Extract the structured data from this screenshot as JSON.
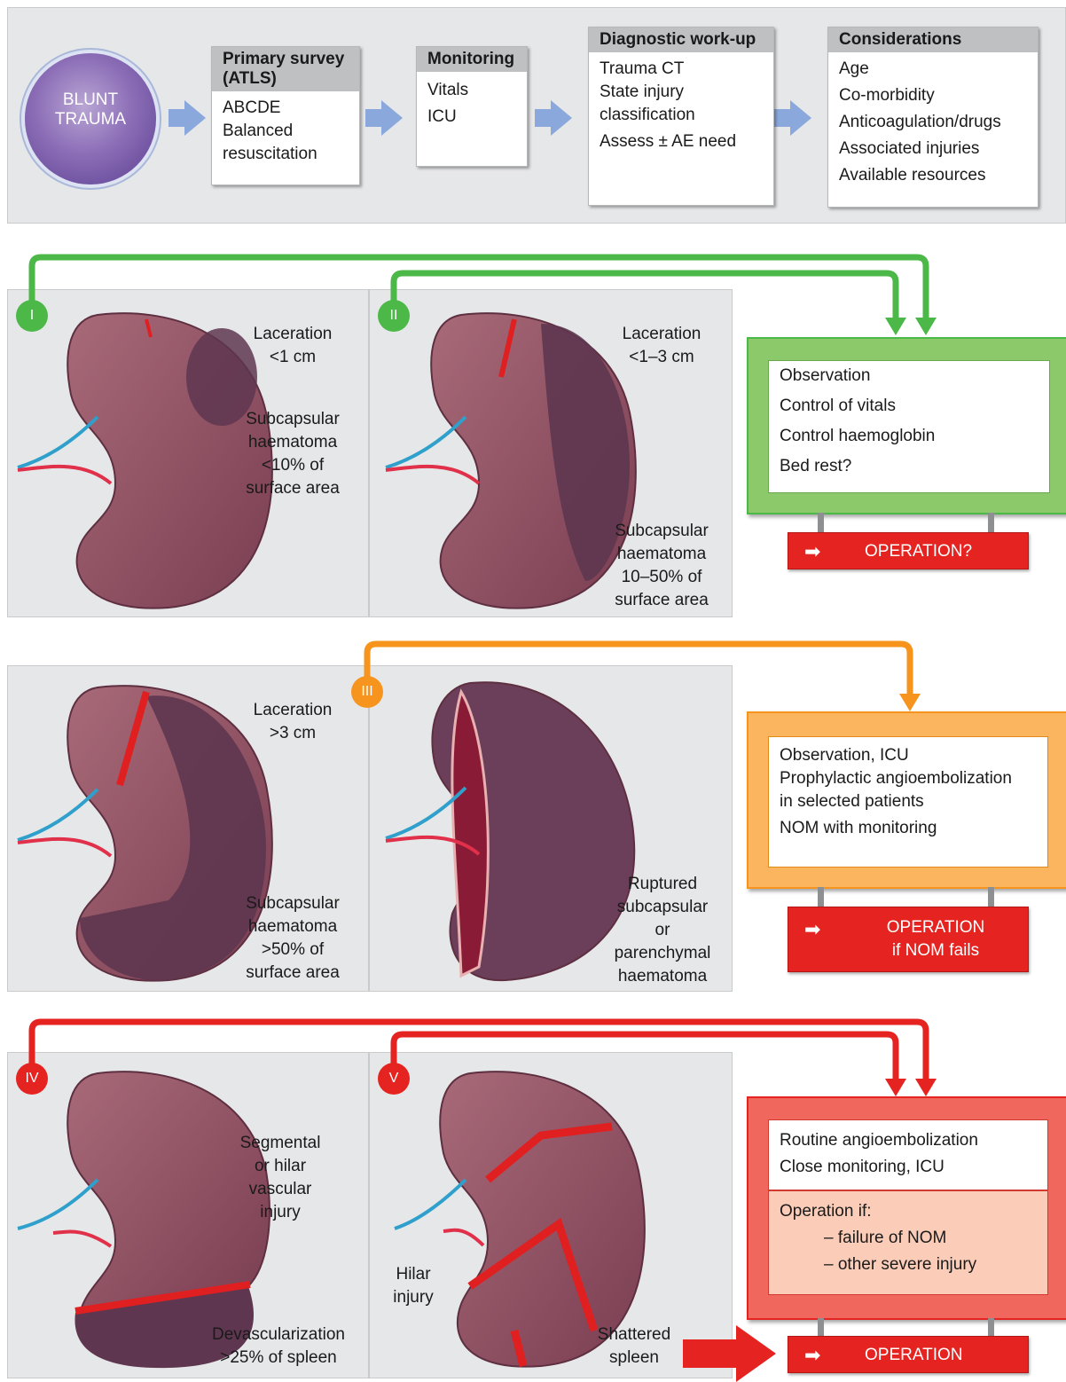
{
  "top": {
    "trauma_line1": "BLUNT",
    "trauma_line2": "TRAUMA",
    "primary": {
      "title1": "Primary survey",
      "title2": "(ATLS)",
      "l1": "ABCDE",
      "l2": "Balanced",
      "l3": "resuscitation"
    },
    "monitoring": {
      "title": "Monitoring",
      "l1": "Vitals",
      "l2": "ICU"
    },
    "diagnostic": {
      "title": "Diagnostic work-up",
      "l1": "Trauma CT",
      "l2": "State injury",
      "l3": "classification",
      "l4": "Assess ± AE need"
    },
    "considerations": {
      "title": "Considerations",
      "l1": "Age",
      "l2": "Co-morbidity",
      "l3": "Anticoagulation/drugs",
      "l4": "Associated injuries",
      "l5": "Available resources"
    }
  },
  "grade1": {
    "badge": "I",
    "t1": "Laceration",
    "t2": "<1 cm",
    "t3": "Subcapsular",
    "t4": "haematoma",
    "t5": "<10% of",
    "t6": "surface area"
  },
  "grade2": {
    "badge": "II",
    "t1": "Laceration",
    "t2": "<1–3 cm",
    "t3": "Subcapsular",
    "t4": "haematoma",
    "t5": "10–50% of",
    "t6": "surface area"
  },
  "green_box": {
    "l1": "Observation",
    "l2": "Control of vitals",
    "l3": "Control haemoglobin",
    "l4": "Bed rest?",
    "op": "OPERATION?"
  },
  "grade3a": {
    "t1": "Laceration",
    "t2": ">3 cm",
    "t3": "Subcapsular",
    "t4": "haematoma",
    "t5": ">50% of",
    "t6": "surface area"
  },
  "grade3b": {
    "badge": "III",
    "t1": "Ruptured",
    "t2": "subcapsular",
    "t3": "or",
    "t4": "parenchymal",
    "t5": "haematoma"
  },
  "orange_box": {
    "l1": "Observation, ICU",
    "l2": "Prophylactic angioembolization",
    "l3": "in selected patients",
    "l4": "NOM with monitoring",
    "op1": "OPERATION",
    "op2": "if NOM fails"
  },
  "grade4": {
    "badge": "IV",
    "t1": "Segmental",
    "t2": "or hilar",
    "t3": "vascular",
    "t4": "injury",
    "t5": "Devascularization",
    "t6": ">25% of spleen"
  },
  "grade5": {
    "badge": "V",
    "t1": "Hilar",
    "t2": "injury",
    "t3": "Shattered",
    "t4": "spleen"
  },
  "red_box": {
    "l1": "Routine angioembolization",
    "l2": "Close monitoring, ICU",
    "l3": "Operation if:",
    "l4": "– failure of NOM",
    "l5": "– other severe injury",
    "op": "OPERATION"
  },
  "colors": {
    "green": "#4cb848",
    "orange": "#f7941d",
    "red": "#e52421",
    "arrow_blue": "#8aa8dc",
    "spleen": "#8c4f5f",
    "haematoma": "#5e3650"
  }
}
